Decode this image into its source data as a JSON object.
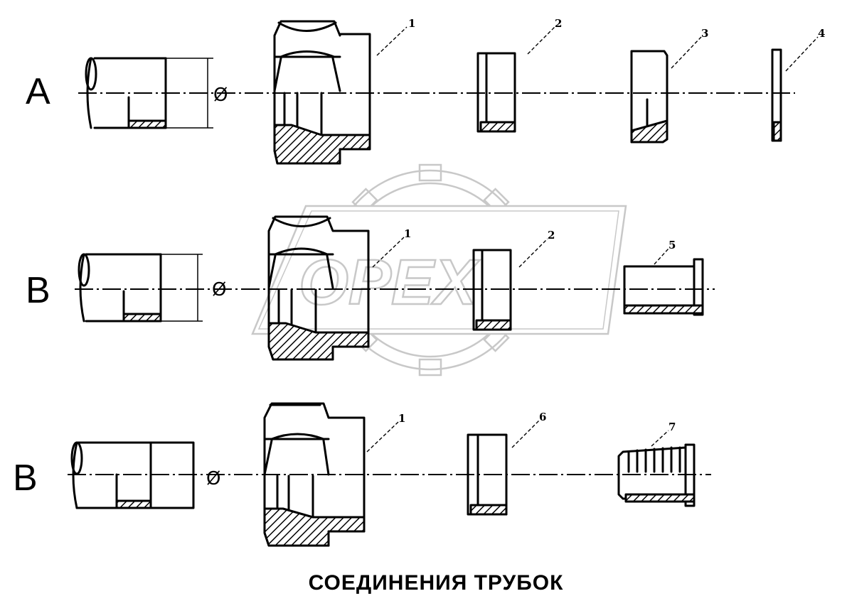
{
  "rows": [
    {
      "letter": "A",
      "diameter_symbol": "Ø"
    },
    {
      "letter": "B",
      "diameter_symbol": "Ø"
    },
    {
      "letter": "B",
      "diameter_symbol": "Ø"
    }
  ],
  "callouts": {
    "row1": [
      "1",
      "2",
      "3",
      "4"
    ],
    "row2": [
      "1",
      "2",
      "5"
    ],
    "row3": [
      "1",
      "6",
      "7"
    ]
  },
  "caption": "СОЕДИНЕНИЯ ТРУБОК",
  "watermark": "ОРЕХ",
  "colors": {
    "ink": "#000000",
    "watermark": "#c8c8c8",
    "background": "#ffffff"
  }
}
